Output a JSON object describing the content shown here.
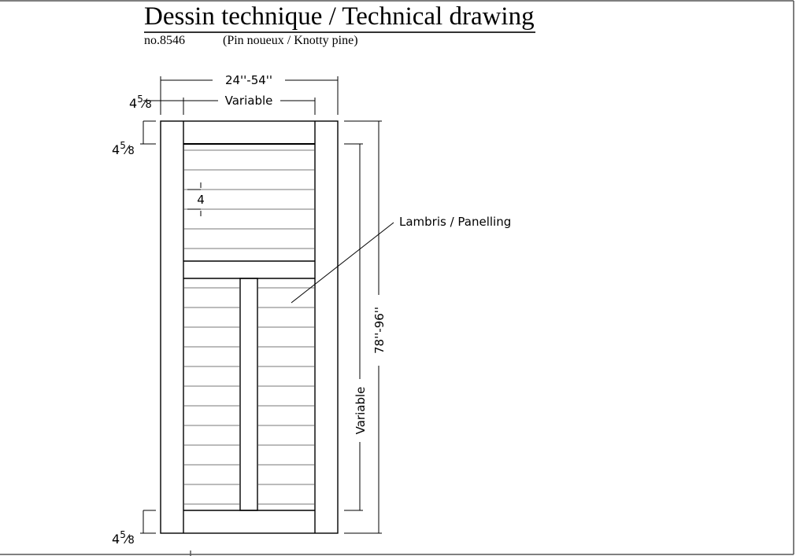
{
  "header": {
    "title": "Dessin technique / Technical drawing",
    "product_no": "no.8546",
    "material": "(Pin noueux / Knotty pine)"
  },
  "dimensions": {
    "overall_width": "24''-54''",
    "inner_width": "Variable",
    "overall_height": "78''-96''",
    "inner_height": "Variable",
    "board_width": "4",
    "rail_width": {
      "whole": "4",
      "num": "5",
      "den": "8"
    }
  },
  "callout": {
    "label": "Lambris / Panelling"
  }
}
